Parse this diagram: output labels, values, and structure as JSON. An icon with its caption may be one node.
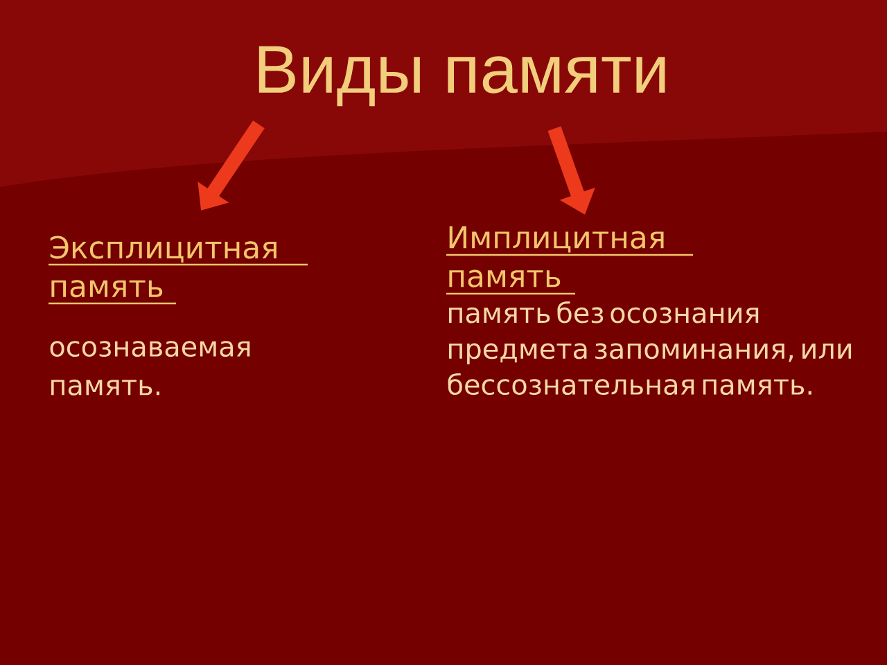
{
  "diagram": {
    "nodes": [
      {
        "text": [
          "Виды памяти"
        ]
      },
      {
        "text": [
          "Эксплицитная память",
          "осознаваемая память."
        ]
      },
      {
        "text": [
          "Имплицитная память",
          "память без осознания предмета запоминания, или бессознательная память."
        ]
      }
    ],
    "edges": [
      {
        "from": 0,
        "to": 1,
        "arrow": "to"
      },
      {
        "from": 0,
        "to": 2,
        "arrow": "to"
      }
    ]
  }
}
